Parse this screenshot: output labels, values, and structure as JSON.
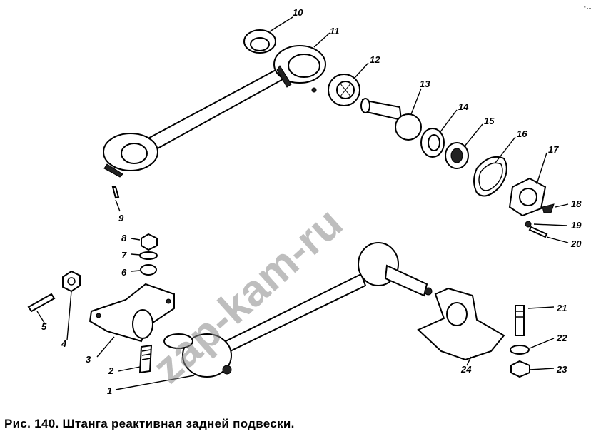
{
  "caption": "Рис. 140. Штанга реактивная задней подвески.",
  "watermark": "zap-kam-ru",
  "corner_mark": "ⁿ ...",
  "labels": [
    "1",
    "2",
    "3",
    "4",
    "5",
    "6",
    "7",
    "8",
    "9",
    "10",
    "11",
    "12",
    "13",
    "14",
    "15",
    "16",
    "17",
    "18",
    "19",
    "20",
    "21",
    "22",
    "23",
    "24"
  ]
}
